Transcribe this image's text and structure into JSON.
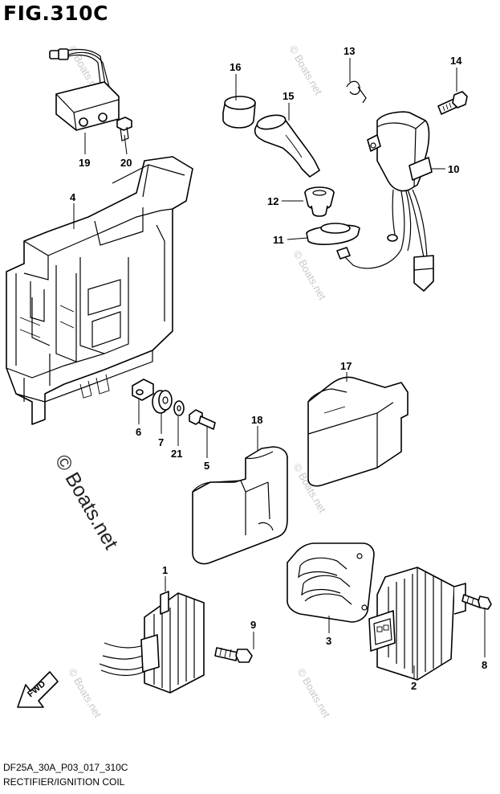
{
  "header": {
    "title": "FIG.310C"
  },
  "footer": {
    "code": "DF25A_30A_P03_017_310C",
    "caption": "RECTIFIER/IGNITION COIL"
  },
  "watermark": {
    "text": "© Boats.net",
    "large_text": "© Boats.net"
  },
  "direction_arrow": {
    "label": "FWD"
  },
  "callouts": [
    {
      "id": "c1",
      "label": "1"
    },
    {
      "id": "c2",
      "label": "2"
    },
    {
      "id": "c3",
      "label": "3"
    },
    {
      "id": "c4",
      "label": "4"
    },
    {
      "id": "c5",
      "label": "5"
    },
    {
      "id": "c6",
      "label": "6"
    },
    {
      "id": "c7",
      "label": "7"
    },
    {
      "id": "c8",
      "label": "8"
    },
    {
      "id": "c9",
      "label": "9"
    },
    {
      "id": "c10",
      "label": "10"
    },
    {
      "id": "c11",
      "label": "11"
    },
    {
      "id": "c12",
      "label": "12"
    },
    {
      "id": "c13",
      "label": "13"
    },
    {
      "id": "c14",
      "label": "14"
    },
    {
      "id": "c15",
      "label": "15"
    },
    {
      "id": "c16",
      "label": "16"
    },
    {
      "id": "c17",
      "label": "17"
    },
    {
      "id": "c18",
      "label": "18"
    },
    {
      "id": "c19",
      "label": "19"
    },
    {
      "id": "c20",
      "label": "20"
    },
    {
      "id": "c21",
      "label": "21"
    }
  ]
}
